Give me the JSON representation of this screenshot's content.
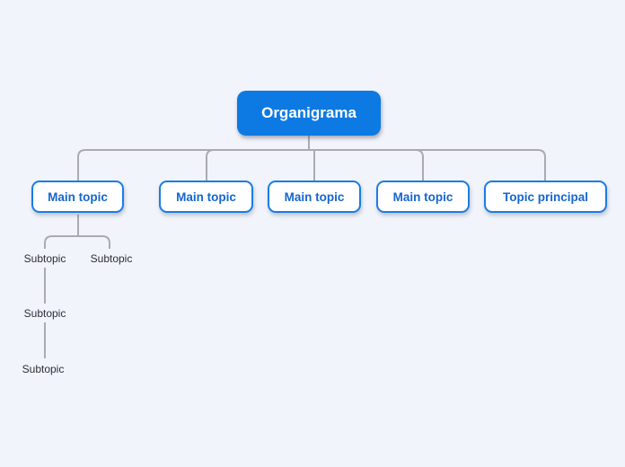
{
  "diagram": {
    "root": {
      "label": "Organigrama"
    },
    "level1": [
      {
        "label": "Main topic"
      },
      {
        "label": "Main topic"
      },
      {
        "label": "Main topic"
      },
      {
        "label": "Main topic"
      },
      {
        "label": "Topic principal"
      }
    ],
    "subtopics": [
      {
        "label": "Subtopic"
      },
      {
        "label": "Subtopic"
      },
      {
        "label": "Subtopic"
      },
      {
        "label": "Subtopic"
      }
    ]
  },
  "colors": {
    "canvas_background": "#f1f4fb",
    "root_fill": "#0d7ae3",
    "root_text": "#ffffff",
    "topic_border": "#1b7ce5",
    "topic_fill": "#ffffff",
    "topic_text": "#1566cd",
    "subtopic_text": "#2d2d38",
    "connector": "#ababaf"
  }
}
